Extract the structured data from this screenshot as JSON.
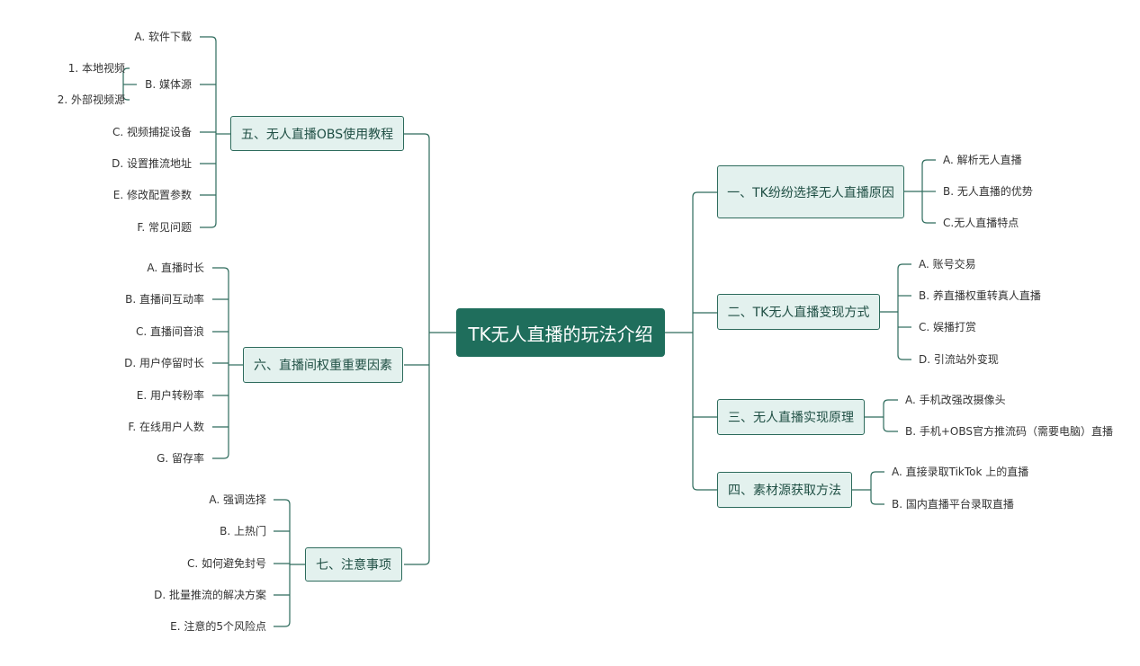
{
  "root": "TK无人直播的玩法介绍",
  "colors": {
    "root_fill": "#1f6e5c",
    "node_fill": "#e3f1ee",
    "line": "#2d6b5c"
  },
  "right": [
    {
      "label": "一、TK纷纷选择无人直播原因",
      "children": [
        "A.  解析无人直播",
        "B. 无人直播的优势",
        "C.无人直播特点"
      ]
    },
    {
      "label": "二、TK无人直播变现方式",
      "children": [
        "A. 账号交易",
        "B. 养直播权重转真人直播",
        "C. 娱播打赏",
        "D. 引流站外变现"
      ]
    },
    {
      "label": "三、无人直播实现原理",
      "children": [
        "A. 手机改强改摄像头",
        "B. 手机+OBS官方推流码（需要电脑）直播"
      ]
    },
    {
      "label": "四、素材源获取方法",
      "children": [
        "A. 直接录取TikTok 上的直播",
        "B. 国内直播平台录取直播"
      ]
    }
  ],
  "left": [
    {
      "label": "五、无人直播OBS使用教程",
      "children": [
        "A. 软件下载",
        "B. 媒体源",
        "C. 视频捕捉设备",
        "D. 设置推流地址",
        "E. 修改配置参数",
        "F. 常见问题"
      ],
      "sub": [
        "1. 本地视频",
        "2. 外部视频源"
      ]
    },
    {
      "label": "六、直播间权重重要因素",
      "children": [
        "A.  直播时长",
        "B. 直播间互动率",
        "C.  直播间音浪",
        "D.  用户停留时长",
        "E.  用户转粉率",
        "F.  在线用户人数",
        "G. 留存率"
      ]
    },
    {
      "label": "七、注意事项",
      "children": [
        "A. 强调选择",
        "B. 上热门",
        "C. 如何避免封号",
        "D. 批量推流的解决方案",
        "E. 注意的5个风险点"
      ]
    }
  ]
}
